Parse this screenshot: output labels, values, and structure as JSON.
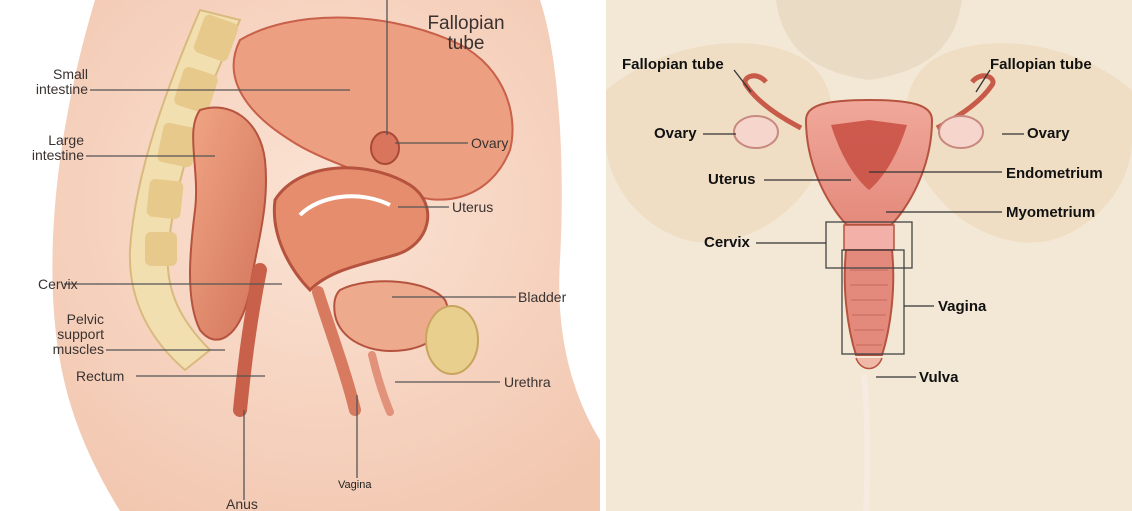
{
  "left": {
    "title": "Fallopian\ntube",
    "labels": {
      "small_intestine": "Small\nintestine",
      "large_intestine": "Large\nintestine",
      "ovary": "Ovary",
      "uterus": "Uterus",
      "cervix": "Cervix",
      "bladder": "Bladder",
      "pelvic_support_muscles": "Pelvic\nsupport\nmuscles",
      "rectum": "Rectum",
      "urethra": "Urethra",
      "vagina": "Vagina",
      "anus": "Anus"
    }
  },
  "right": {
    "labels": {
      "fallopian_tube_left": "Fallopian tube",
      "fallopian_tube_right": "Fallopian tube",
      "ovary_left": "Ovary",
      "ovary_right": "Ovary",
      "uterus": "Uterus",
      "endometrium": "Endometrium",
      "myometrium": "Myometrium",
      "cervix": "Cervix",
      "vagina": "Vagina",
      "vulva": "Vulva"
    }
  },
  "colors": {
    "tissue": "#e89a7a",
    "tissue_dark": "#c8604a",
    "tissue_light": "#f6c9b2",
    "bone": "#f2dfb0",
    "background_right": "#f3e7d6",
    "label_line": "#555555"
  }
}
